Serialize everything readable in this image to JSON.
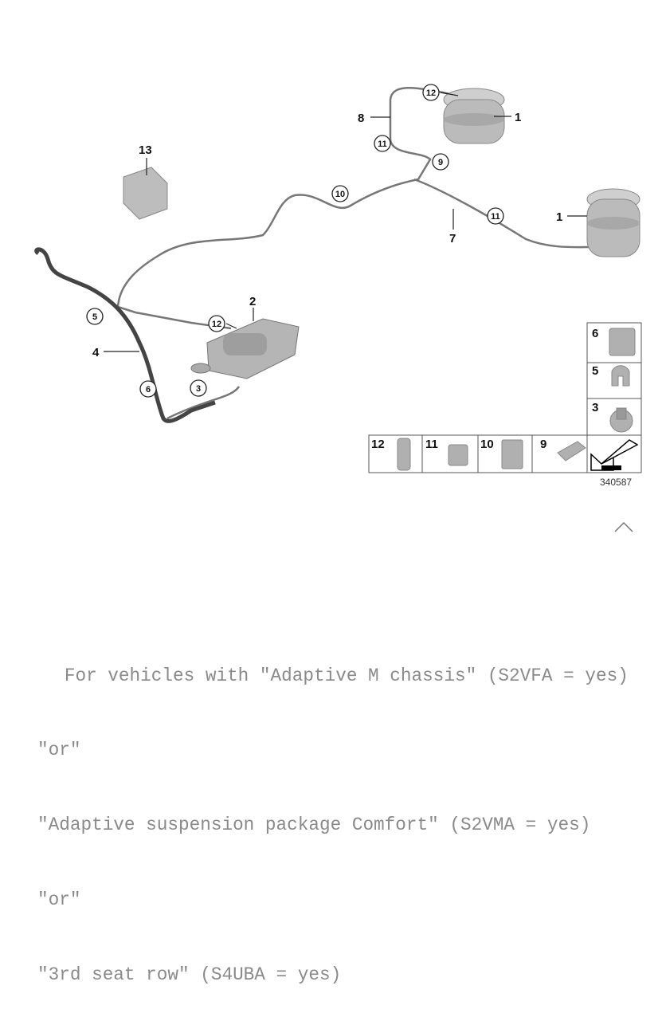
{
  "diagram": {
    "number": "340587",
    "callouts": {
      "c1a": "1",
      "c1b": "1",
      "c2": "2",
      "c3": "3",
      "c4": "4",
      "c5": "5",
      "c6": "6",
      "c7": "7",
      "c8": "8",
      "c9": "9",
      "c10": "10",
      "c11a": "11",
      "c11b": "11",
      "c12a": "12",
      "c12b": "12",
      "c13": "13"
    },
    "small_parts": {
      "p6": "6",
      "p5": "5",
      "p3": "3",
      "p12": "12",
      "p11": "11",
      "p10": "10",
      "p9": "9"
    }
  },
  "collapse_icon": "chevron-up-icon",
  "notes": [
    "   For vehicles with \"Adaptive M chassis\" (S2VFA = yes)",
    "\"or\"",
    "\"Adaptive suspension package Comfort\" (S2VMA = yes)",
    "\"or\"",
    "\"3rd seat row\" (S4UBA = yes)"
  ]
}
